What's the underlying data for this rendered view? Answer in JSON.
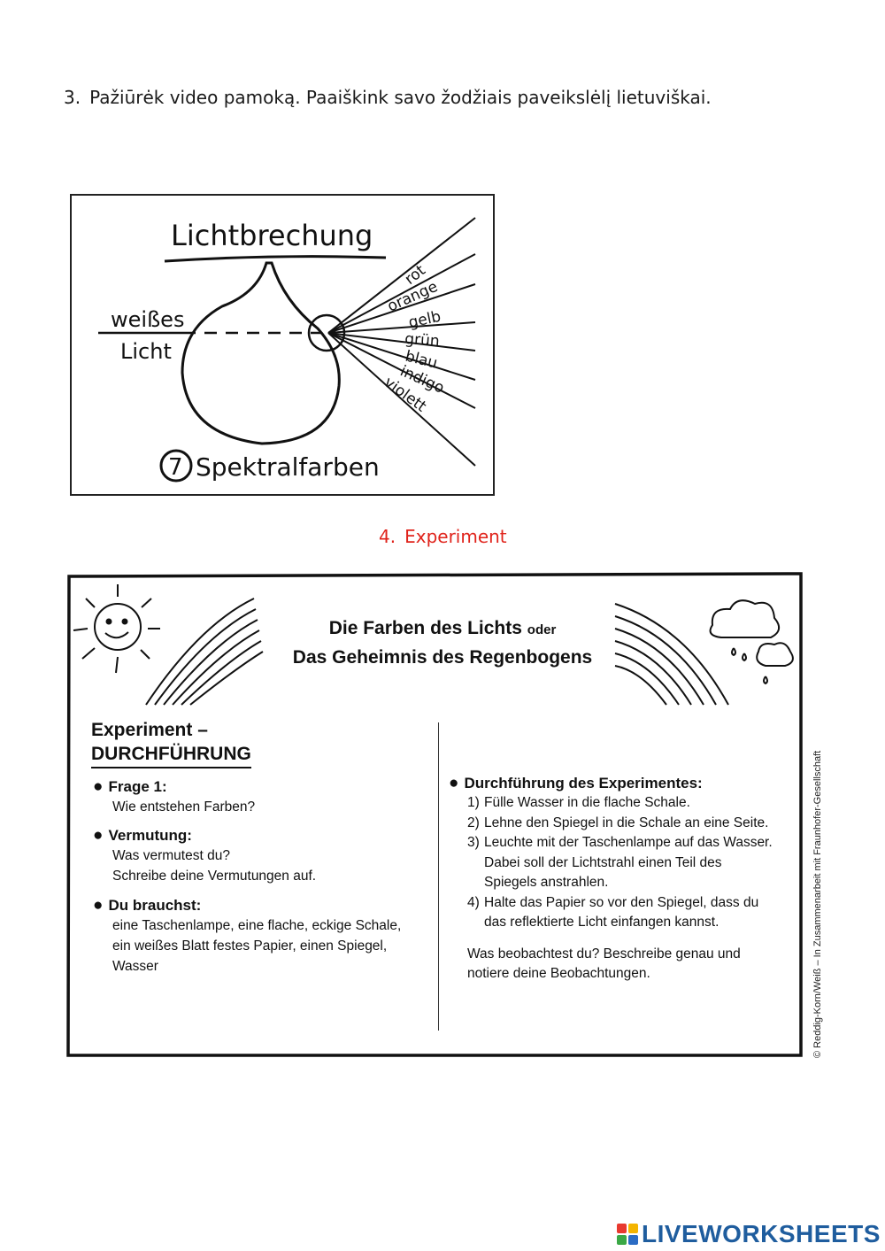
{
  "task3": {
    "number": "3.",
    "text": "Pažiūrėk video pamoką. Paaiškink savo žodžiais paveikslėlį lietuviškai."
  },
  "diagram": {
    "title": "Lichtbrechung",
    "white_light_1": "weißes",
    "white_light_2": "Licht",
    "colors": [
      "rot",
      "orange",
      "gelb",
      "grün",
      "blau",
      "indigo",
      "violett"
    ],
    "count": "7",
    "caption": "Spektralfarben"
  },
  "task4": {
    "number": "4.",
    "text": "Experiment"
  },
  "worksheet": {
    "title_line1": "Die Farben des Lichts",
    "title_oder": "oder",
    "title_line2": "Das Geheimnis des Regenbogens",
    "section_line1": "Experiment –",
    "section_line2": "DURCHFÜHRUNG",
    "left": [
      {
        "head": "Frage 1:",
        "lines": [
          "Wie entstehen Farben?"
        ]
      },
      {
        "head": "Vermutung:",
        "lines": [
          "Was vermutest du?",
          "Schreibe deine Vermutungen auf."
        ]
      },
      {
        "head": "Du brauchst:",
        "lines": [
          "eine Taschenlampe, eine flache, eckige Schale,",
          "ein weißes Blatt festes Papier, einen Spiegel,",
          "Wasser"
        ]
      }
    ],
    "right_head": "Durchführung des Experimentes:",
    "steps": [
      {
        "n": "1)",
        "lines": [
          "Fülle Wasser in die flache Schale."
        ]
      },
      {
        "n": "2)",
        "lines": [
          "Lehne den Spiegel in die Schale an eine Seite."
        ]
      },
      {
        "n": "3)",
        "lines": [
          "Leuchte mit der Taschenlampe auf das Wasser.",
          "Dabei soll der Lichtstrahl einen Teil des",
          "Spiegels anstrahlen."
        ]
      },
      {
        "n": "4)",
        "lines": [
          "Halte das Papier so vor den Spiegel, dass du",
          "das reflektierte Licht einfangen kannst."
        ]
      }
    ],
    "closing_1": "Was beobachtest du? Beschreibe genau und",
    "closing_2": "notiere deine Beobachtungen.",
    "copyright": "© Reddig-Korn/Weiß – In Zusammenarbeit mit Fraunhofer-Gesellschaft"
  },
  "logo": {
    "text": "LIVEWORKSHEETS"
  }
}
